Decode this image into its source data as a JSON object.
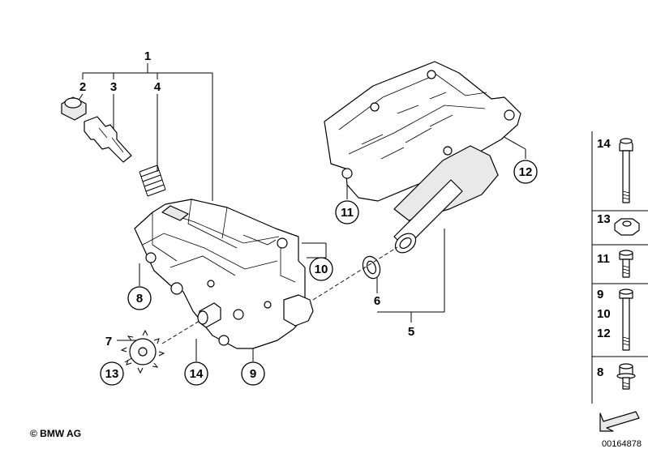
{
  "labels": {
    "l1": "1",
    "l2": "2",
    "l3": "3",
    "l4": "4",
    "l5": "5",
    "l6": "6",
    "l7": "7",
    "l8": "8",
    "l9": "9",
    "l10": "10",
    "l11": "11",
    "l12": "12",
    "l13": "13",
    "l14": "14"
  },
  "sidebar": {
    "items": [
      {
        "numbers": [
          "14"
        ]
      },
      {
        "numbers": [
          "13"
        ]
      },
      {
        "numbers": [
          "11"
        ]
      },
      {
        "numbers": [
          "9",
          "10",
          "12"
        ]
      },
      {
        "numbers": [
          "8"
        ]
      }
    ]
  },
  "footer": {
    "copyright": "© BMW AG",
    "doc_number": "00164878"
  }
}
